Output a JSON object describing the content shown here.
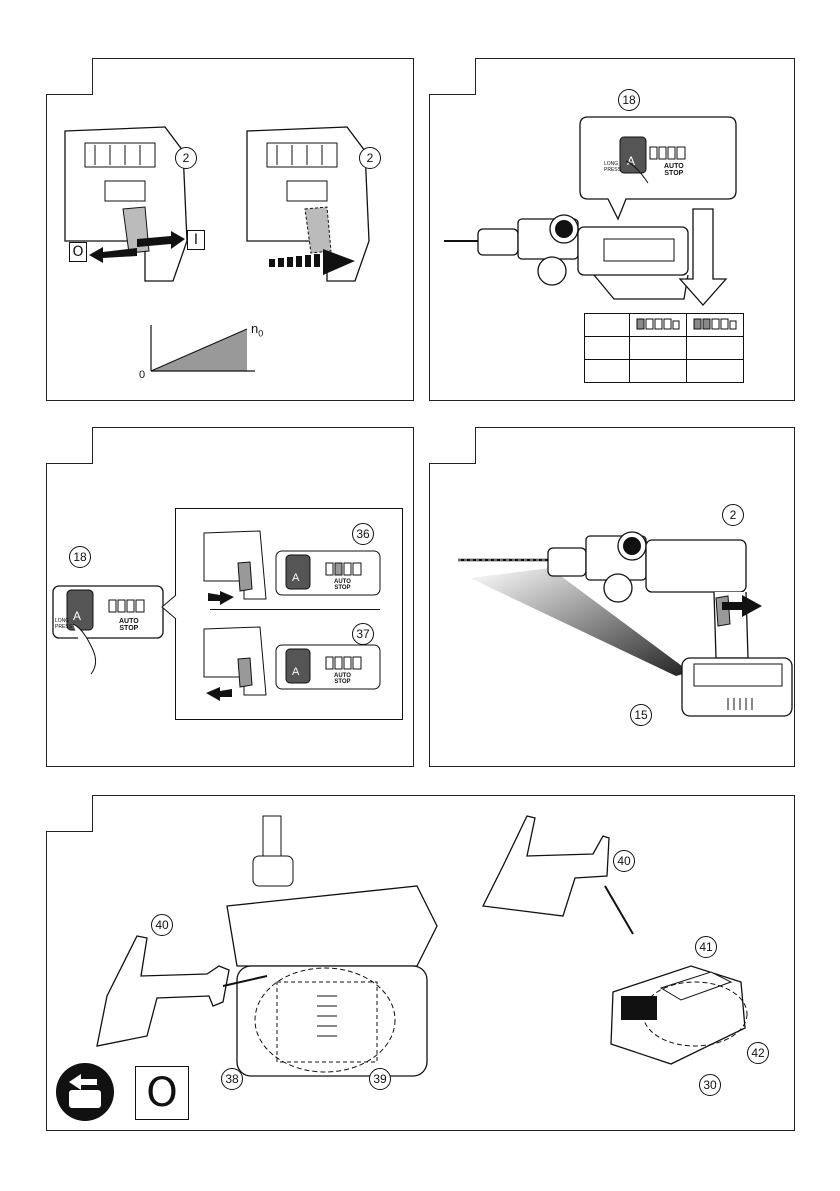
{
  "panel1": {
    "callout_trigger_a": "2",
    "callout_trigger_b": "2",
    "off_symbol": "O",
    "on_symbol": "I",
    "graph_origin": "0",
    "graph_max_base": "n",
    "graph_max_sub": "0"
  },
  "panel2": {
    "callout_button": "18",
    "long_press_1": "LONG",
    "long_press_2": "PRESS",
    "auto_1": "AUTO",
    "auto_2": "STOP",
    "table_rows": [
      [
        "",
        "",
        ""
      ],
      [
        "",
        "",
        ""
      ],
      [
        "",
        "",
        ""
      ]
    ]
  },
  "panel3": {
    "callout_button": "18",
    "callout_on": "36",
    "callout_off": "37",
    "long_press_1": "LONG",
    "long_press_2": "PRESS",
    "auto_1": "AUTO",
    "auto_2": "STOP"
  },
  "panel4": {
    "callout_trigger": "2",
    "callout_light": "15"
  },
  "panel5": {
    "callout_blower_left": "40",
    "callout_blower_right": "40",
    "callout_vents_a": "38",
    "callout_vents_b": "39",
    "callout_battery_top": "41",
    "callout_battery_side": "42",
    "callout_battery_terminal": "30",
    "off_symbol": "O"
  }
}
